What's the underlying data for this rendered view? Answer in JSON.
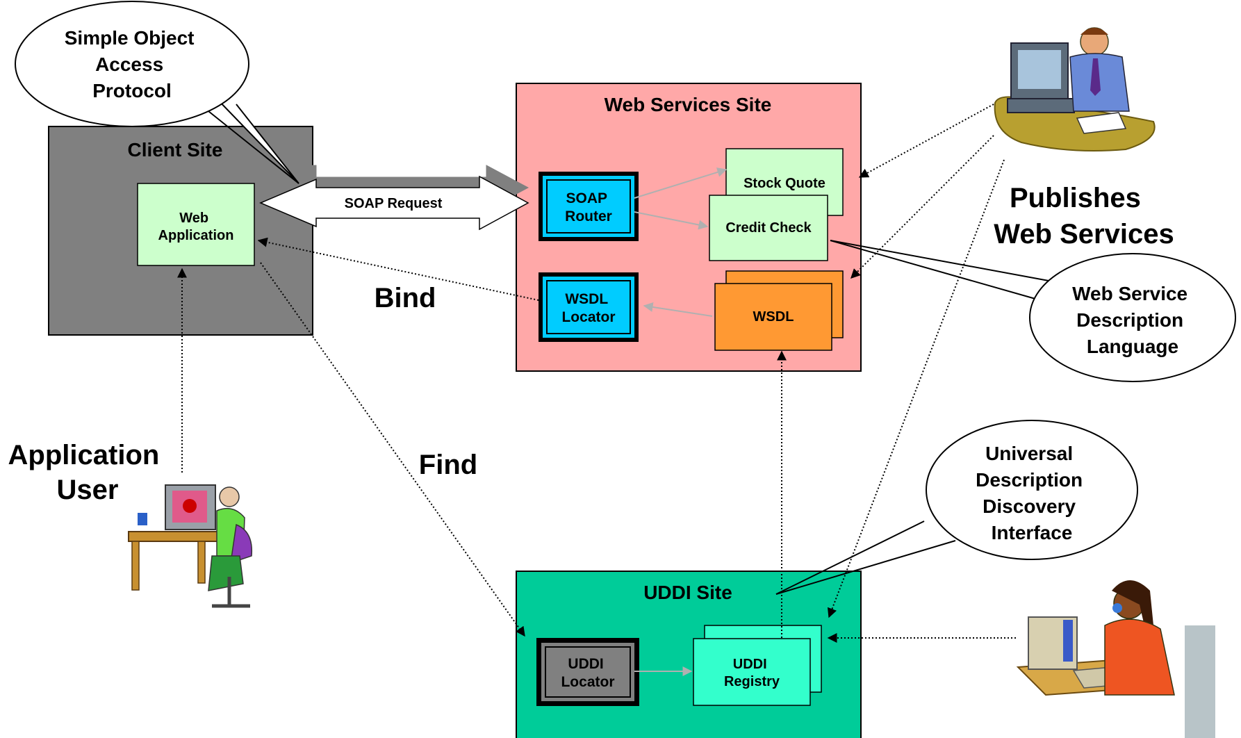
{
  "callouts": {
    "soap": [
      "Simple Object",
      "Access",
      "Protocol"
    ],
    "wsdl": [
      "Web Service",
      "Description",
      "Language"
    ],
    "uddi": [
      "Universal",
      "Description",
      "Discovery",
      "Interface"
    ]
  },
  "sites": {
    "client": {
      "title": "Client Site",
      "web_app": [
        "Web",
        "Application"
      ]
    },
    "web_services": {
      "title": "Web Services Site",
      "soap_router": [
        "SOAP",
        "Router"
      ],
      "wsdl_locator": [
        "WSDL",
        "Locator"
      ],
      "stock_quote": "Stock Quote",
      "credit_check": "Credit Check",
      "wsdl": "WSDL"
    },
    "uddi": {
      "title": "UDDI Site",
      "uddi_locator": [
        "UDDI",
        "Locator"
      ],
      "uddi_registry": [
        "UDDI",
        "Registry"
      ]
    }
  },
  "labels": {
    "soap_request": "SOAP Request",
    "bind": "Bind",
    "find": "Find",
    "publishes": [
      "Publishes",
      "Web Services"
    ],
    "application_user": [
      "Application",
      "User"
    ]
  },
  "icons": [
    "man-at-computer-icon",
    "woman-at-computer-icon",
    "woman-on-phone-at-computer-icon"
  ],
  "colors": {
    "client_site": "#808080",
    "web_services_site": "#ffa8a8",
    "uddi_site": "#00cc99",
    "light_green": "#ccffcc",
    "router_blue": "#00ccff",
    "wsdl_orange": "#ff9933",
    "registry_teal": "#33ffcc",
    "uddi_locator_gray": "#808080"
  }
}
